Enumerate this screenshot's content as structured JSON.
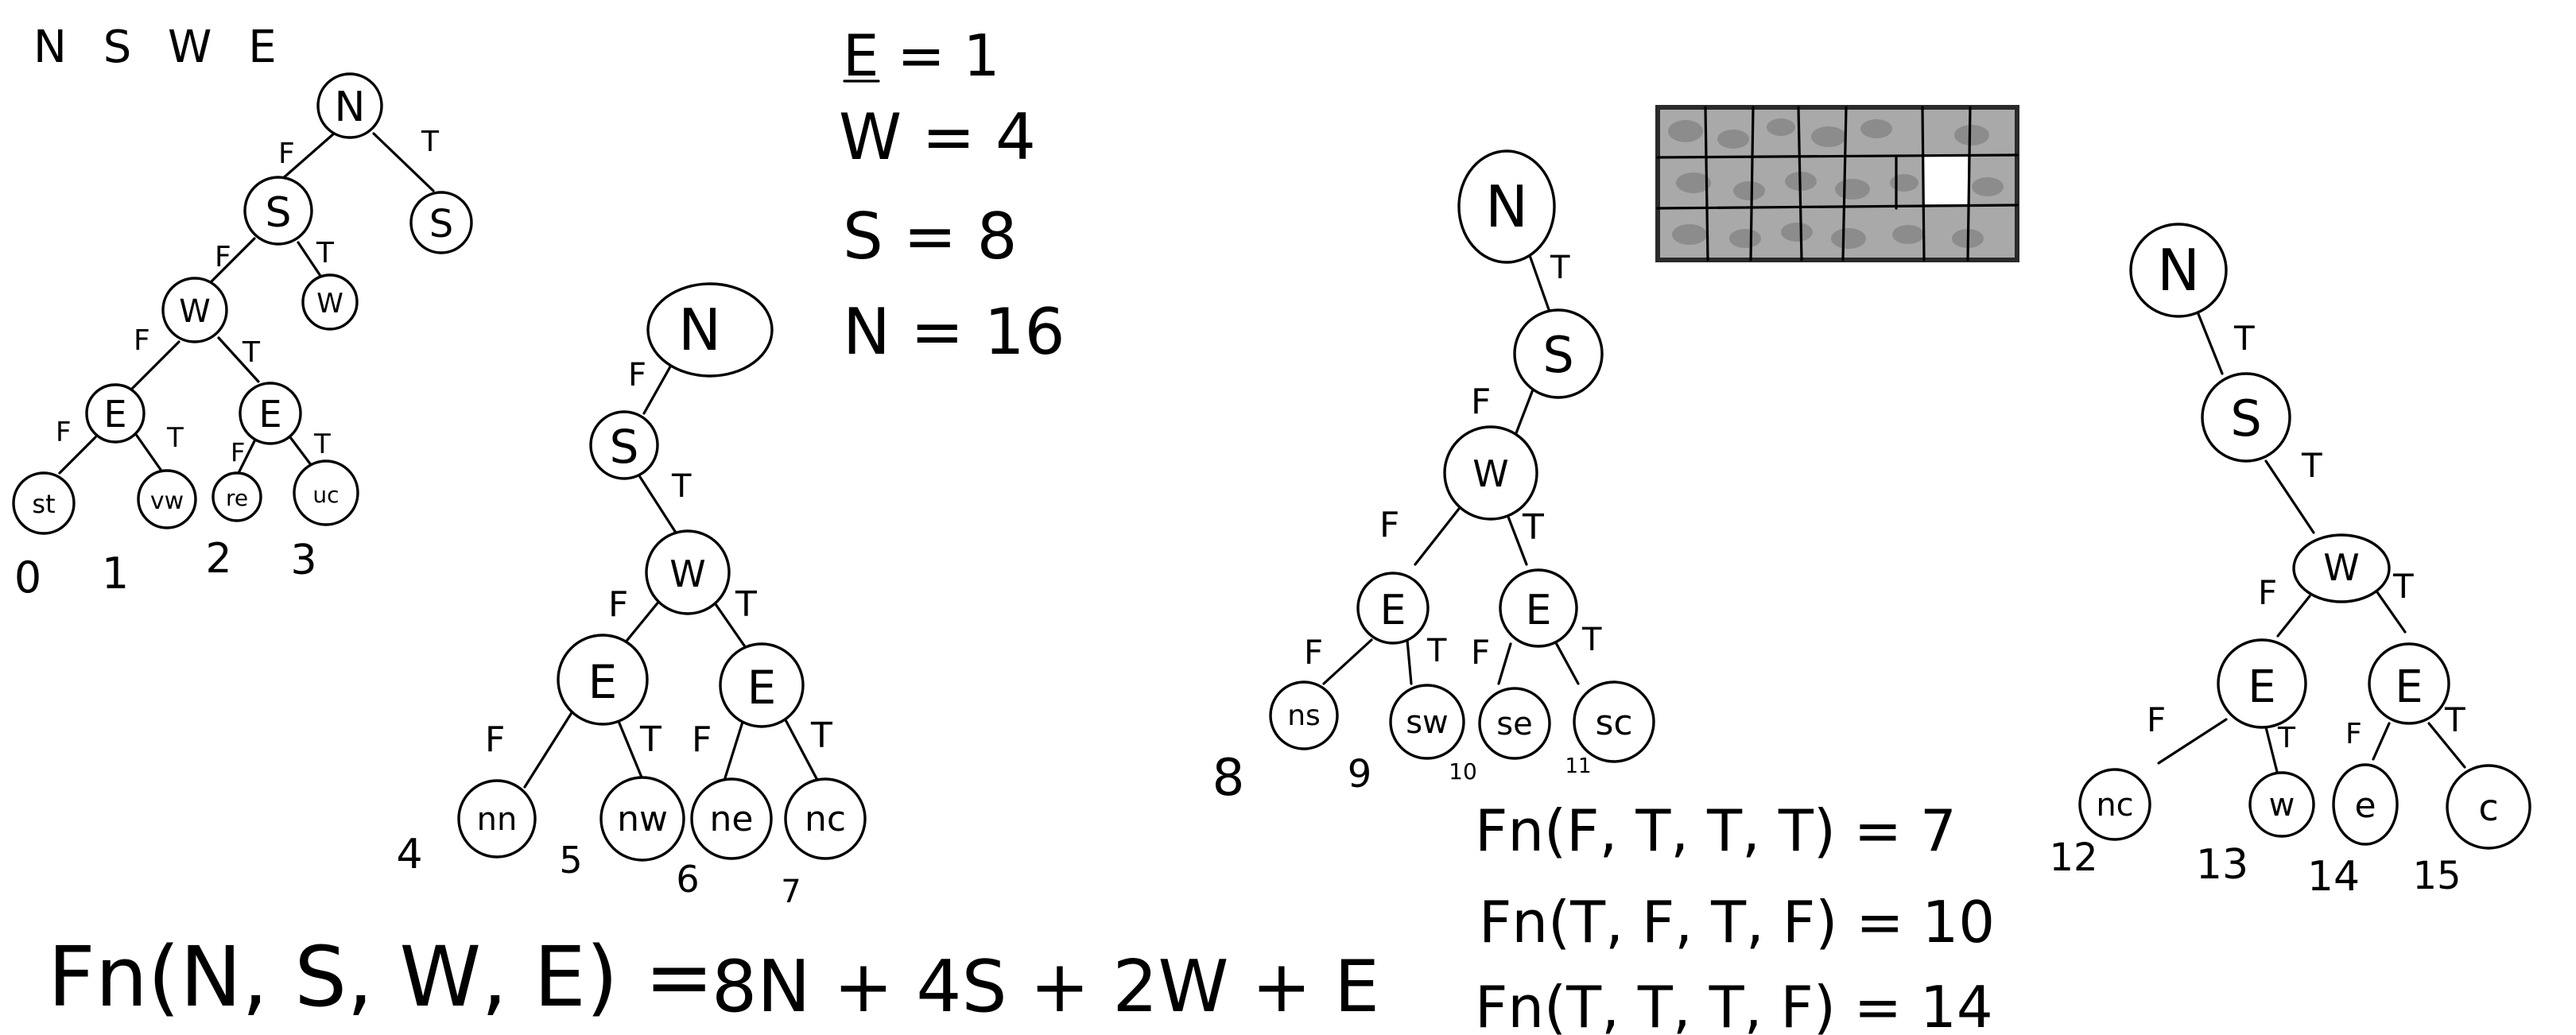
{
  "canvas": {
    "background": "#ffffff",
    "ink": "#000000"
  },
  "header_letters": "N S W E",
  "values": [
    {
      "lhs": "E",
      "rhs": "1"
    },
    {
      "lhs": "W",
      "rhs": "4"
    },
    {
      "lhs": "S",
      "rhs": "8"
    },
    {
      "lhs": "N",
      "rhs": "16"
    }
  ],
  "formula": {
    "lhs": "Fn(N, S, W, E) =",
    "rhs": "8N + 4S + 2W + E"
  },
  "examples": [
    "Fn(F, T, T, T) = 7",
    "Fn(T, F, T, F) = 10",
    "Fn(T, T, T, F) = 14"
  ],
  "tile_strip": {
    "description_icon": "stone-wall-tiles",
    "colors": {
      "stone": "#a9a9a9",
      "mortar": "#2a2a2a",
      "highlight": "#ffffff"
    }
  },
  "trees": [
    {
      "id": "tree1",
      "labels": {
        "n": "N",
        "s": "S",
        "s_true": "S",
        "w": "W",
        "w_true": "W",
        "e_f": "E",
        "e_t": "E"
      },
      "leaves": [
        "st",
        "vw",
        "re",
        "uc"
      ],
      "numbers": [
        "0",
        "1",
        "2",
        "3"
      ]
    },
    {
      "id": "tree2",
      "labels": {
        "n": "N",
        "s": "S",
        "w": "W",
        "e_f": "E",
        "e_t": "E"
      },
      "leaves": [
        "nn",
        "nw",
        "ne",
        "nc"
      ],
      "numbers": [
        "4",
        "5",
        "6",
        "7"
      ]
    },
    {
      "id": "tree3",
      "labels": {
        "n": "N",
        "s": "S",
        "w": "W",
        "e_f": "E",
        "e_t": "E"
      },
      "leaves": [
        "ns",
        "sw",
        "se",
        "sc"
      ],
      "numbers": [
        "8",
        "9",
        "10",
        "11"
      ]
    },
    {
      "id": "tree4",
      "labels": {
        "n": "N",
        "s": "S",
        "w": "W",
        "e_f": "E",
        "e_t": "E"
      },
      "leaves": [
        "nc",
        "w",
        "e",
        "c"
      ],
      "numbers": [
        "12",
        "13",
        "14",
        "15"
      ]
    }
  ],
  "edge_labels": {
    "false": "F",
    "true": "T"
  }
}
